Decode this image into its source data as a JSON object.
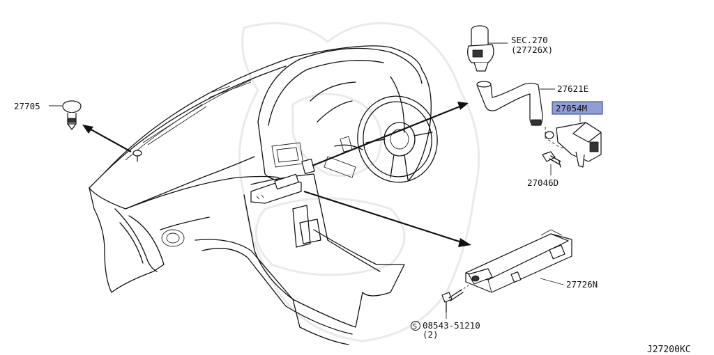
{
  "diagram_code": "J27200KC",
  "colors": {
    "highlight_fill": "#8f9fd6",
    "highlight_border": "#2a3a8a",
    "line": "#111111"
  },
  "labels": {
    "sec_ref": "SEC.270",
    "sec_sub": "(27726X)",
    "hose": "27621E",
    "sensor": "27054M",
    "bolt_sensor": "27046D",
    "clip": "27705",
    "control_unit": "27726N",
    "screw_symbol": "S",
    "screw": "08543-51210",
    "screw_qty": "(2)"
  }
}
